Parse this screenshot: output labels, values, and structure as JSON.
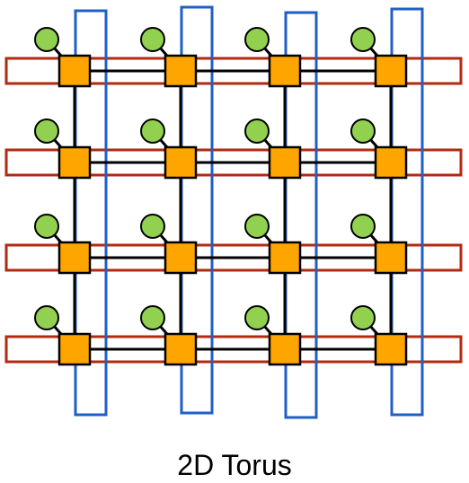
{
  "caption": "2D Torus",
  "topology": {
    "rows": 4,
    "cols": 4
  },
  "colors": {
    "router_fill": "#FFA500",
    "router_stroke": "#000000",
    "node_fill": "#92D050",
    "node_stroke": "#000000",
    "mesh_link": "#000000",
    "row_wrap_link": "#B22A10",
    "col_wrap_link": "#1F5FC8"
  }
}
